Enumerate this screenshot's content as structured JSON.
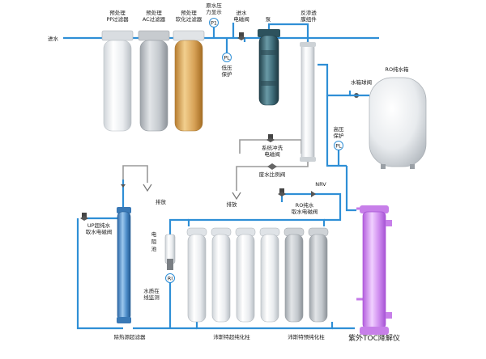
{
  "labels": {
    "inlet": "进水",
    "pp_filter": [
      "预处理",
      "PP过滤器"
    ],
    "ac_filter": [
      "预处理",
      "AC过滤器"
    ],
    "softener_filter": [
      "预处理",
      "软化过滤器"
    ],
    "raw_pressure": [
      "原水压",
      "力显示"
    ],
    "inlet_valve": [
      "进水",
      "电磁阀"
    ],
    "pump": "泵",
    "ro_vessel": [
      "反渗透",
      "膜组件"
    ],
    "low_pressure": [
      "低压",
      "保护"
    ],
    "tank": "RO纯水箱",
    "tank_valve": "水箱球阀",
    "high_pressure": [
      "高压",
      "保护"
    ],
    "flush_valve": [
      "系统冲洗",
      "电磁阀"
    ],
    "waste_ratio": "废水比例阀",
    "nrv": "NRV",
    "ro_valve": [
      "RO纯水",
      "取水电磁阀"
    ],
    "up_valve": [
      "UP超纯水",
      "取水电磁阀"
    ],
    "drain1": "排放",
    "drain2": "排放",
    "resistivity": [
      "电",
      "阻",
      "池"
    ],
    "quality_monitor": [
      "水质在",
      "线监测"
    ],
    "heat_filter": "除热源超滤器",
    "polish_columns": "沛斯特超纯化柱",
    "pre_columns": "沛斯特预纯化柱",
    "toc_unit": "紫外TOC降解仪"
  },
  "gauges": {
    "raw": "P1",
    "low": "PL",
    "high": "PL",
    "quality": "RI"
  },
  "colors": {
    "pipe": "#2f8fd6",
    "grey_pipe": "#9a9a9a",
    "toc": "#c47ae8",
    "softener": "#d8a55a",
    "pump": "#3e6b78",
    "column": "#e6eaee"
  }
}
